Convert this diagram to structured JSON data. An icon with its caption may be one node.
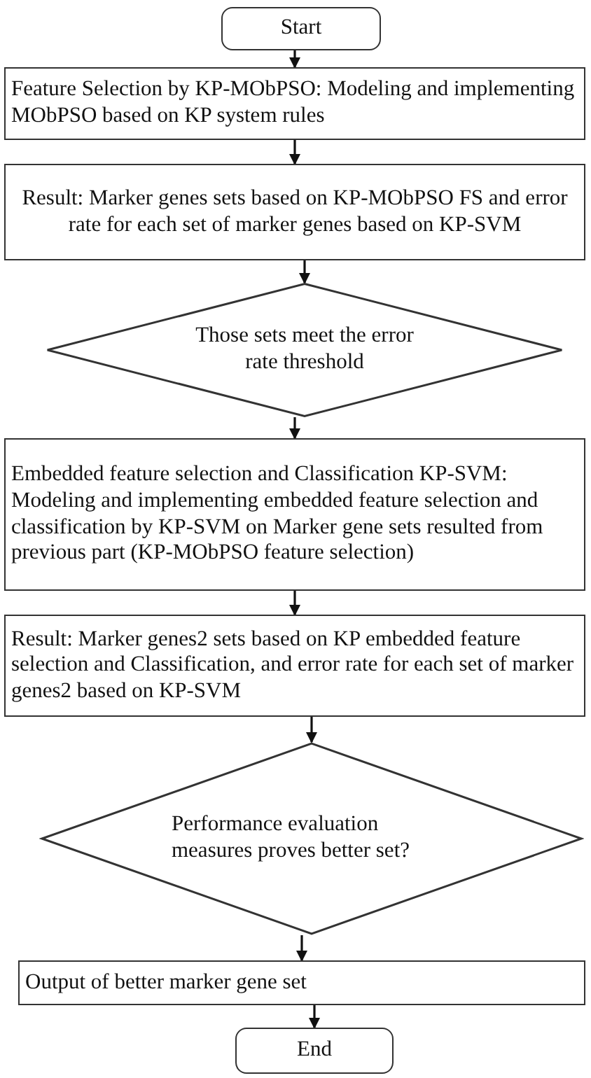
{
  "diagram": {
    "nodes": [
      {
        "text": [
          "Start"
        ]
      },
      {
        "text": [
          "Feature Selection by KP-MObPSO: Modeling and implementing MObPSO based on KP system rules"
        ]
      },
      {
        "text": [
          "Result: Marker genes sets based on KP-MObPSO FS and error rate for each set of marker genes based on KP-SVM"
        ]
      },
      {
        "text": [
          "Those sets meet the error rate threshold"
        ]
      },
      {
        "text": [
          "Embedded feature selection and Classification KP-SVM: Modeling and implementing embedded feature selection and classification by KP-SVM on Marker gene sets resulted from previous part (KP-MObPSO feature selection)"
        ]
      },
      {
        "text": [
          "Result: Marker genes2 sets based on KP embedded feature selection and Classification, and error rate for each set of marker genes2 based on KP-SVM"
        ]
      },
      {
        "text": [
          "Performance evaluation measures proves better set?"
        ]
      },
      {
        "text": [
          "Output of better marker gene set"
        ]
      },
      {
        "text": [
          "End"
        ]
      }
    ],
    "edges": [
      {
        "from": 0,
        "to": 1,
        "arrow": "to"
      },
      {
        "from": 1,
        "to": 2,
        "arrow": "to"
      },
      {
        "from": 2,
        "to": 3,
        "arrow": "to"
      },
      {
        "from": 3,
        "to": 4,
        "arrow": "to"
      },
      {
        "from": 4,
        "to": 5,
        "arrow": "to"
      },
      {
        "from": 5,
        "to": 6,
        "arrow": "to"
      },
      {
        "from": 6,
        "to": 7,
        "arrow": "to"
      },
      {
        "from": 7,
        "to": 8,
        "arrow": "to"
      }
    ]
  }
}
